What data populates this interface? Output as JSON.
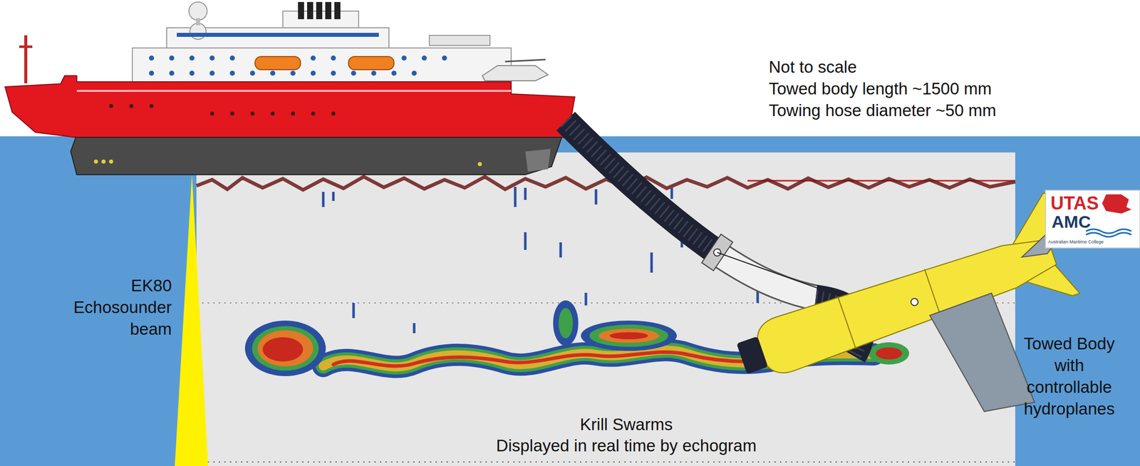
{
  "diagram": {
    "labels": [
      "Not to scale",
      "Towed body length ~1500 mm",
      "Towing hose diameter ~50 mm",
      "EK80 Echosounder beam",
      "Krill Swarms",
      "Displayed in real time by echogram",
      "Towed Body with controllable hydroplanes",
      "UTAS",
      "AMC",
      "Australian Maritime College"
    ]
  }
}
